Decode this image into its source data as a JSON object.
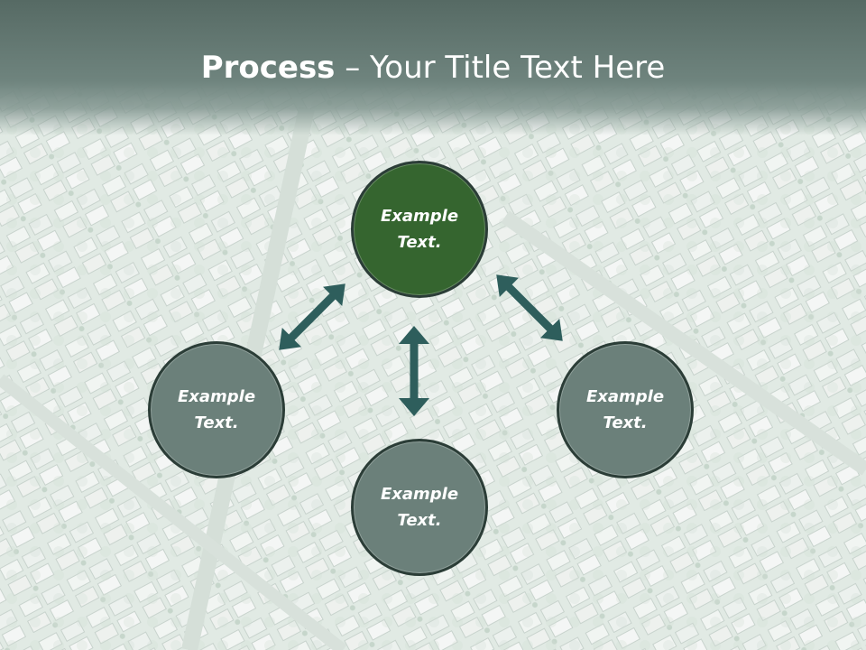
{
  "slide": {
    "title_bold": "Process",
    "title_rest": " – Your Title Text Here"
  },
  "colors": {
    "header": "#5c6f69",
    "accent_node": "#3a6a38",
    "node": "#6a7e78",
    "arrow": "#2e5e5c",
    "node_border": "#2b3d37"
  },
  "nodes": [
    {
      "id": "top",
      "text": "Example\nText.",
      "fill": "#35652f"
    },
    {
      "id": "left",
      "text": "Example\nText.",
      "fill": "#6b807a"
    },
    {
      "id": "right",
      "text": "Example\nText.",
      "fill": "#6b807a"
    },
    {
      "id": "bottom",
      "text": "Example\nText.",
      "fill": "#6b807a"
    }
  ],
  "arrows": [
    {
      "from": "top",
      "to": "left",
      "bidirectional": true
    },
    {
      "from": "top",
      "to": "right",
      "bidirectional": true
    },
    {
      "from": "top",
      "to": "bottom",
      "bidirectional": true
    }
  ]
}
